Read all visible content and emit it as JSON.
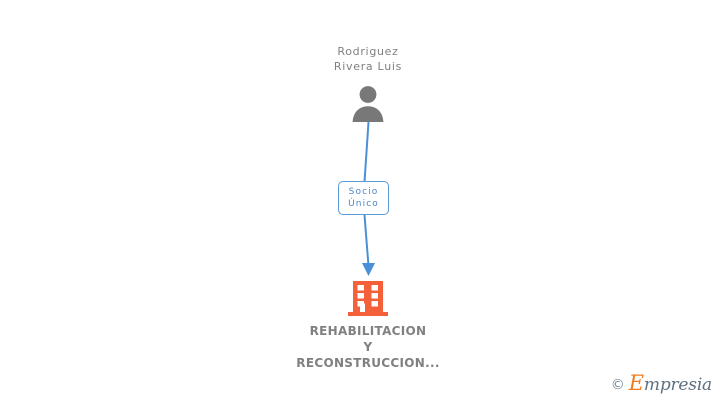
{
  "diagram": {
    "title": "Corporate shareholder relationship chart",
    "background_color": "#FFFFFF",
    "nodes": {
      "person": {
        "name": "Rodriguez\nRivera Luis",
        "icon": "person-avatar-icon",
        "icon_color": "#787878",
        "text_color": "#808080"
      },
      "company": {
        "name": "REHABILITACION\nY\nRECONSTRUCCION...",
        "icon": "building-icon",
        "icon_color": "#F4603A",
        "text_color": "#808080"
      }
    },
    "relation": {
      "label_line1": "Socio",
      "label_line2": "Único",
      "border_color": "#5B9BD5",
      "text_color": "#4A86C8",
      "connector_color": "#4A90D9",
      "arrow_direction": "down"
    }
  },
  "watermark": {
    "copyright_symbol": "©",
    "brand_initial": "E",
    "brand_rest": "mpresia",
    "initial_color": "#F07A20",
    "rest_color": "#5E7080"
  }
}
